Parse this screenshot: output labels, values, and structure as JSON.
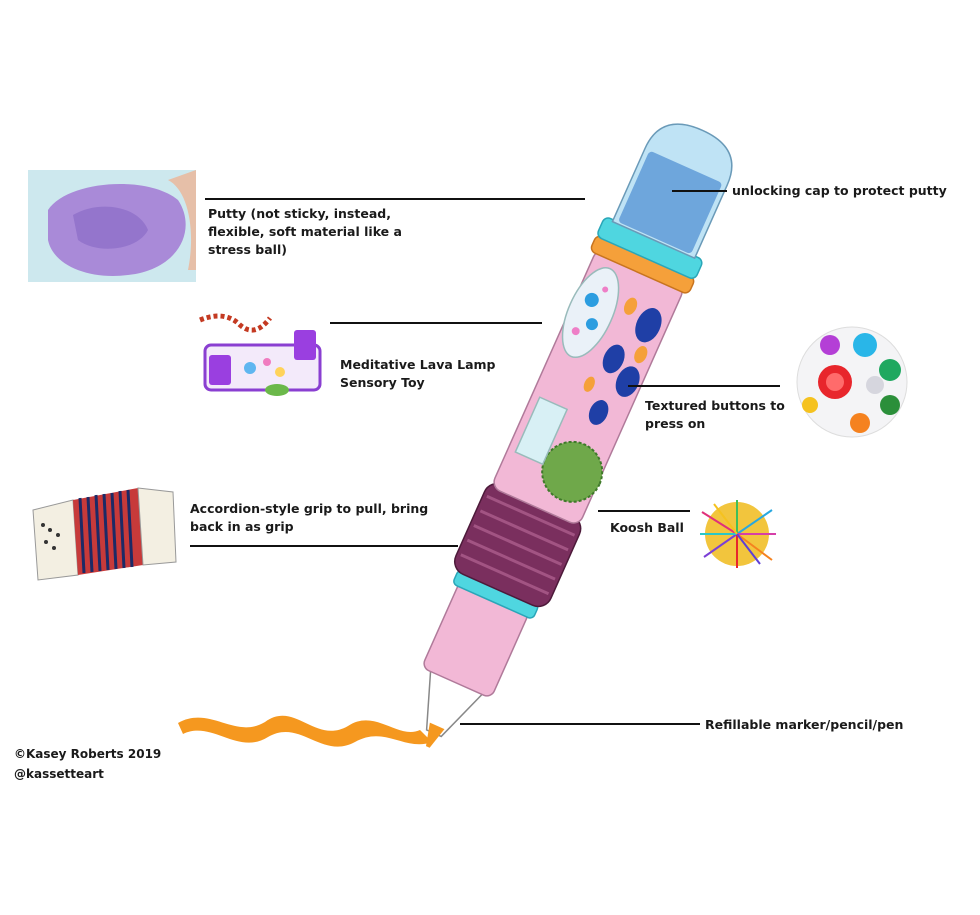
{
  "labels": {
    "cap": "unlocking cap to protect putty",
    "putty": "Putty (not sticky, instead,\nflexible, soft material like a\nstress ball)",
    "lava": "Meditative Lava Lamp\nSensory Toy",
    "buttons": "Textured buttons to\npress on",
    "accordion": "Accordion-style grip to pull, bring\nback in as grip",
    "koosh": "Koosh Ball",
    "tip": "Refillable marker/pencil/pen"
  },
  "credit": {
    "line1": "©Kasey Roberts 2019",
    "line2": "@kassetteart"
  },
  "colors": {
    "body_pink": "#f2b8d6",
    "cap_blue": "#8fc4e8",
    "ring_cyan": "#4fd6e0",
    "ring_orange": "#f5a03a",
    "grip_plum": "#7a2f5e",
    "button_navy": "#1f3fa6",
    "koosh_green": "#6fa84a",
    "scribble_orange": "#f5981f"
  }
}
